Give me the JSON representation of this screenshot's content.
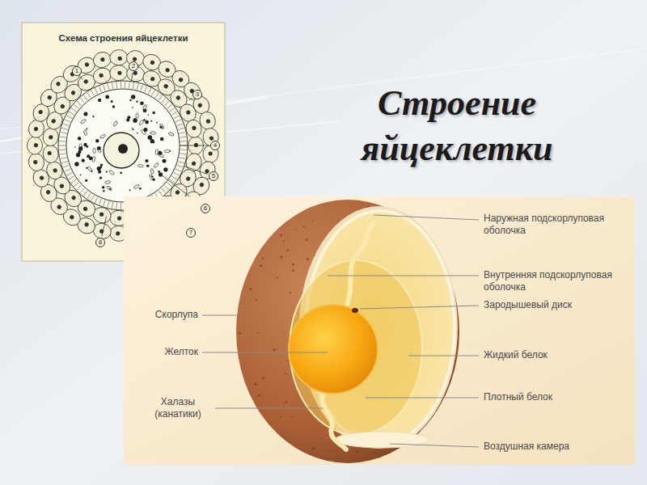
{
  "diagram": {
    "title": "Строение яйцеклетки",
    "nodes": [
      {
        "text": [
          "Схема строения яйцеклетки"
        ]
      }
    ],
    "labels": [
      "1",
      "2",
      "3",
      "4",
      "5",
      "6",
      "7",
      "8",
      "Наружная подскорлуповая оболочка",
      "Внутренняя подскорлуповая оболочка",
      "Зародышевый диск",
      "Жидкий белок",
      "Плотный белок",
      "Воздушная камера",
      "Скорлупа",
      "Желток",
      "Халазы (канатики)"
    ]
  }
}
